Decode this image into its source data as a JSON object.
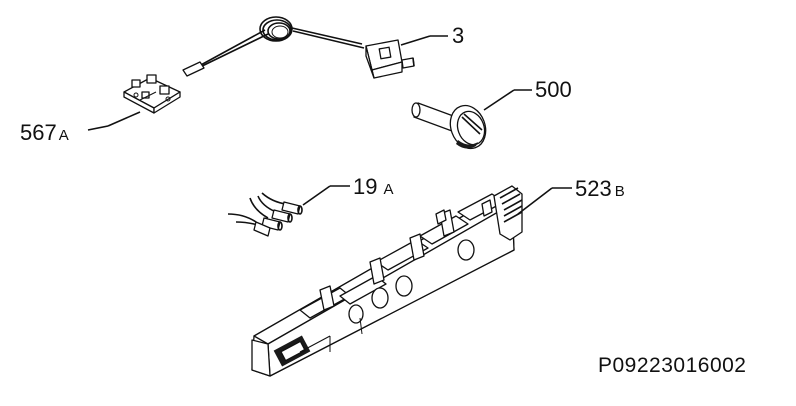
{
  "labels": {
    "thermostat": {
      "number": "3",
      "suffix": ""
    },
    "knob": {
      "number": "500",
      "suffix": ""
    },
    "pcb": {
      "number": "567",
      "suffix": "A"
    },
    "cables": {
      "number": "19",
      "suffix": "A"
    },
    "panel": {
      "number": "523",
      "suffix": "B"
    }
  },
  "drawing_code": "P09223016002"
}
